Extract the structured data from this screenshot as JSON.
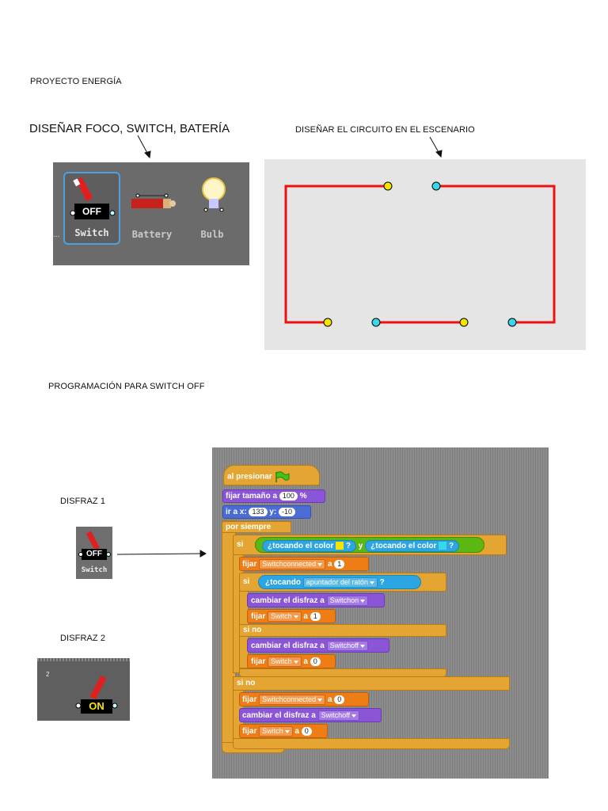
{
  "headings": {
    "project": "PROYECTO  ENERGÍA",
    "design_parts": "DISEÑAR FOCO, SWITCH, BATERÍA",
    "design_circuit": "DISEÑAR EL CIRCUITO EN EL ESCENARIO",
    "programming": "PROGRAMACIÓN PARA SWITCH OFF",
    "costume1": "DISFRAZ 1",
    "costume2": "DISFRAZ 2"
  },
  "sprites": {
    "ellipsis": "...",
    "items": [
      {
        "label": "Switch",
        "selected": true
      },
      {
        "label": "Battery",
        "selected": false
      },
      {
        "label": "Bulb",
        "selected": false
      }
    ],
    "switch_state": "OFF"
  },
  "costumes": {
    "c1": {
      "state": "OFF",
      "label": "Switch"
    },
    "c2": {
      "number": "2",
      "state": "ON"
    }
  },
  "script": {
    "hat": "al presionar",
    "set_size": {
      "label": "fijar tamaño a",
      "value": "100",
      "unit": "%"
    },
    "goto": {
      "label": "ir a x:",
      "x": "133",
      "y_label": "y:",
      "y": "-10"
    },
    "forever": "por siempre",
    "if_outer": {
      "label": "si",
      "touch1": "¿tocando el color",
      "q1": "?",
      "and": "y",
      "touch2": "¿tocando el color",
      "q2": "?",
      "color1": "#f5e400",
      "color2": "#36d9e8"
    },
    "set_conn_1": {
      "label": "fijar",
      "var": "Switchconnected",
      "a": "a",
      "value": "1"
    },
    "if_inner": {
      "label": "si",
      "touching": "¿tocando",
      "target": "apuntador del ratón",
      "q": "?"
    },
    "switch_costume_on": {
      "label": "cambiar el disfraz a",
      "costume": "Switchon"
    },
    "set_switch_1": {
      "label": "fijar",
      "var": "Switch",
      "a": "a",
      "value": "1"
    },
    "else_inner": "si no",
    "switch_costume_off": {
      "label": "cambiar el disfraz a",
      "costume": "Switchoff"
    },
    "set_switch_0": {
      "label": "fijar",
      "var": "Switch",
      "a": "a",
      "value": "0"
    },
    "else_outer": "si no",
    "set_conn_0": {
      "label": "fijar",
      "var": "Switchconnected",
      "a": "a",
      "value": "0"
    },
    "switch_costume_off2": {
      "label": "cambiar el disfraz a",
      "costume": "Switchoff"
    },
    "set_switch_0b": {
      "label": "fijar",
      "var": "Switch",
      "a": "a",
      "value": "0"
    }
  },
  "colors": {
    "wire": "#ee1111",
    "terminal_yellow": "#f5e400",
    "terminal_cyan": "#36d9e8"
  }
}
